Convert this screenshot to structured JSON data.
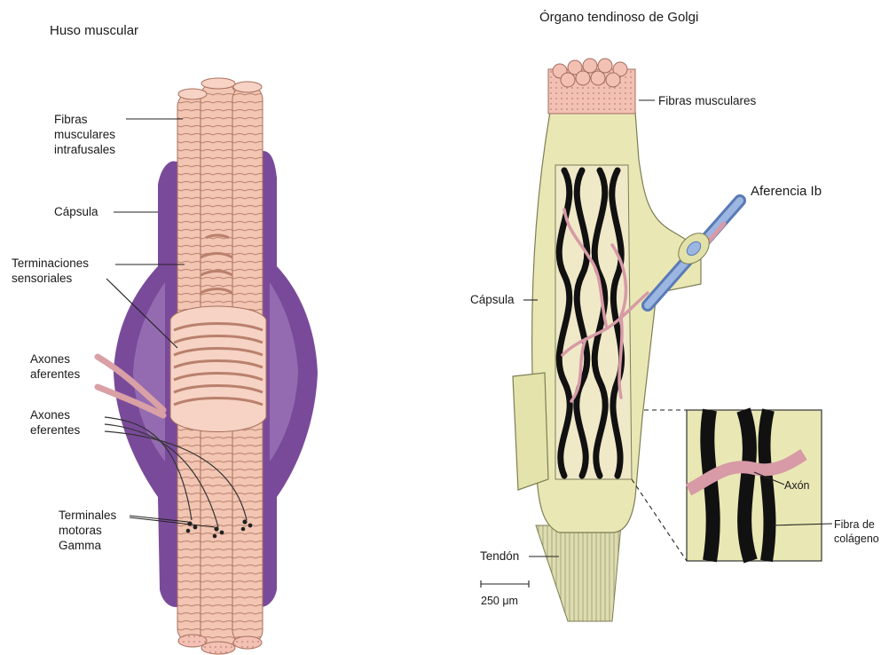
{
  "spindle": {
    "title": "Huso muscular",
    "labels": {
      "intrafusal": [
        "Fibras",
        "musculares",
        "intrafusales"
      ],
      "capsule": "Cápsula",
      "sensory_endings": [
        "Terminaciones",
        "sensoriales"
      ],
      "afferent_axons": [
        "Axones",
        "aferentes"
      ],
      "efferent_axons": [
        "Axones",
        "eferentes"
      ],
      "gamma_terminals": [
        "Terminales",
        "motoras",
        "Gamma"
      ]
    }
  },
  "golgi": {
    "title": "Órgano tendinoso de Golgi",
    "labels": {
      "muscle_fibers": "Fibras musculares",
      "afferent_ib": "Aferencia Ib",
      "capsule": "Cápsula",
      "tendon": "Tendón",
      "scale": "250 μm"
    },
    "inset_labels": {
      "axon": "Axón",
      "collagen": [
        "Fibra de",
        "colágeno"
      ]
    }
  },
  "colors": {
    "capsule_purple": "#7a4a9a",
    "capsule_purple_light": "#a986c4",
    "fiber_pink": "#f0c3b0",
    "fiber_line": "#b9806c",
    "capsule_yellow": "#e9e8b4",
    "collagen_black": "#111111",
    "axon_pink": "#d79aa6",
    "nerve_blue": "#8aa6d6"
  }
}
